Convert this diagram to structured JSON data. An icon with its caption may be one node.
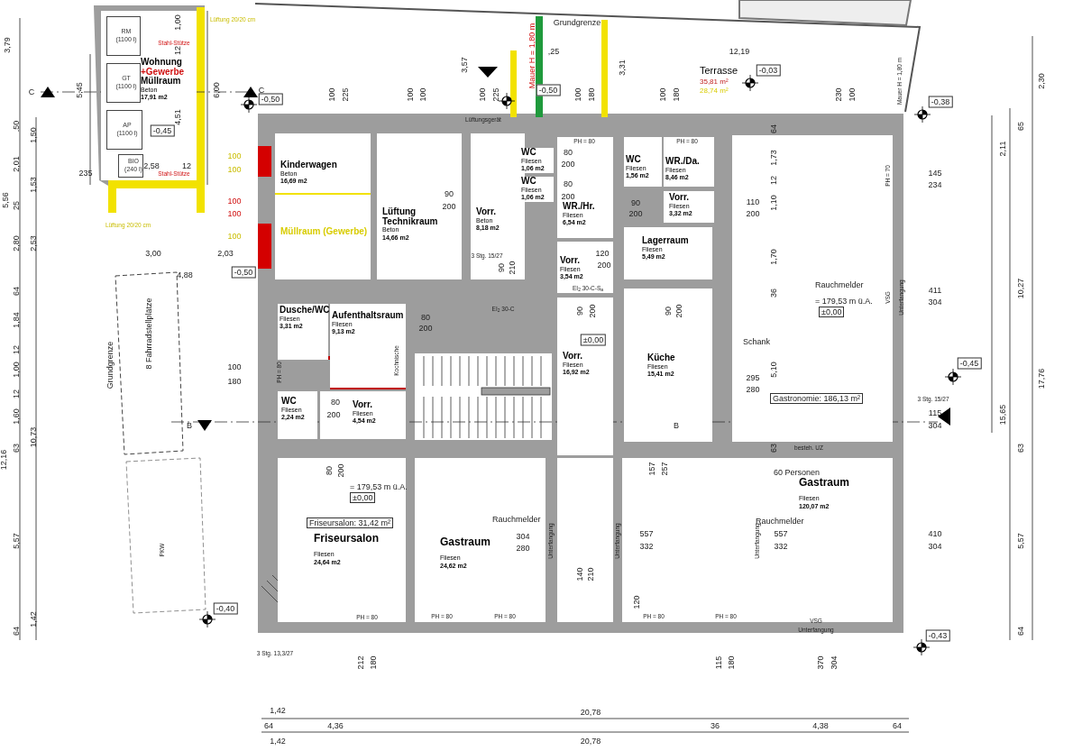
{
  "diagram": {
    "nodes": [
      {
        "text": [
          "Wohnung",
          "+Gewerbe",
          "Müllraum",
          "Beton",
          "17,91 m2"
        ]
      },
      {
        "text": [
          "RM",
          "(1100 l)"
        ],
        "in": 0
      },
      {
        "text": [
          "GT",
          "(1100 l)"
        ],
        "in": 0
      },
      {
        "text": [
          "AP",
          "(1100 l)"
        ],
        "in": 0
      },
      {
        "text": [
          "BIO",
          "(240 l)"
        ],
        "in": 0
      },
      {
        "text": [
          "Terrasse",
          "35,81 m²",
          "28,74 m²"
        ]
      },
      {
        "text": [
          "Kinderwagen",
          "Beton",
          "16,69 m2"
        ]
      },
      {
        "text": [
          "Müllraum (Gewerbe)"
        ]
      },
      {
        "text": [
          "Lüftung Technikraum",
          "Beton",
          "14,66 m2"
        ]
      },
      {
        "text": [
          "Vorr.",
          "Beton",
          "8,18 m2"
        ]
      },
      {
        "text": [
          "WC",
          "Fliesen",
          "1,06 m2"
        ]
      },
      {
        "text": [
          "WC",
          "Fliesen",
          "1,06 m2"
        ]
      },
      {
        "text": [
          "WR./Hr.",
          "Fliesen",
          "6,54 m2"
        ]
      },
      {
        "text": [
          "WC",
          "Fliesen",
          "1,56 m2"
        ]
      },
      {
        "text": [
          "WR./Da.",
          "Fliesen",
          "8,46 m2"
        ]
      },
      {
        "text": [
          "Vorr.",
          "Fliesen",
          "3,32 m2"
        ]
      },
      {
        "text": [
          "Lagerraum",
          "Fliesen",
          "5,49 m2"
        ]
      },
      {
        "text": [
          "Vorr.",
          "Fliesen",
          "3,54 m2"
        ]
      },
      {
        "text": [
          "Schank",
          "Rauchmelder",
          "= 179,53 m ü.A.",
          "±0,00",
          "Gastronomie: 186,13 m²"
        ]
      },
      {
        "text": [
          "Dusche/WC",
          "Fliesen",
          "3,31 m2"
        ]
      },
      {
        "text": [
          "Aufenthaltsraum",
          "Fliesen",
          "9,13 m2"
        ]
      },
      {
        "text": [
          "Vorr.",
          "Fliesen",
          "16,92 m2"
        ]
      },
      {
        "text": [
          "Küche",
          "Fliesen",
          "15,41 m2"
        ]
      },
      {
        "text": [
          "WC",
          "Fliesen",
          "2,24 m2"
        ]
      },
      {
        "text": [
          "Vorr.",
          "Fliesen",
          "4,54 m2"
        ]
      },
      {
        "text": [
          "= 179,53 m ü.A.",
          "±0,00",
          "Friseursalon: 31,42 m²",
          "Friseursalon",
          "Fliesen",
          "24,64 m2"
        ]
      },
      {
        "text": [
          "Rauchmelder",
          "Gastraum",
          "Fliesen",
          "24,62 m2"
        ]
      },
      {
        "text": [
          "60 Personen",
          "Gastraum",
          "Fliesen",
          "120,07 m2",
          "Rauchmelder"
        ]
      }
    ],
    "labels": [
      "C",
      "C",
      "-0,50",
      "-0,45",
      "3,79",
      "5,45",
      "6,00",
      "1,00",
      "12",
      "4,51",
      "2,58",
      "12",
      "235",
      "100",
      "100",
      "100",
      "100",
      "100",
      "3,00",
      "2,03",
      "4,88",
      "-0,50",
      ".50",
      "1,50",
      "2,01",
      "1,53",
      "5,56",
      "25",
      "2,80",
      "2,53",
      "100",
      "225",
      "100",
      "100",
      "100",
      "225",
      "100",
      "180",
      "100",
      "180",
      "230",
      "100",
      "3,57",
      "Grundgrenze",
      ",25",
      "Mauer H = 1,80 m",
      "-0,50",
      "3,31",
      "12,19",
      "-0,03",
      "Mauer H = 1,80 m",
      "-0,38",
      "2,30",
      "65",
      "2,11",
      "10,27",
      "17,76",
      "15,65",
      "63",
      "5,57",
      "64",
      "145",
      "234",
      "411",
      "304",
      "-0,45",
      "3 Stg. 15/27",
      "115",
      "304",
      "410",
      "304",
      "64",
      "1,73",
      "12",
      "1,10",
      "1,70",
      "36",
      "5,10",
      "110",
      "200",
      "295",
      "280",
      "PH = 70",
      "VSG",
      "Unterfangung",
      "63",
      "besteh. UZ",
      "80",
      "200",
      "80",
      "200",
      "PH = 80",
      "PH = 80",
      "90",
      "200",
      "90",
      "200",
      "120",
      "200",
      "3 Stg. 15/27",
      "90",
      "210",
      "EI$_{2}$ 30-C",
      "80",
      "200",
      "90",
      "200",
      "EI$_{2}$ 30-C-S$_{a}$",
      "90",
      "200",
      "±0,00",
      "157",
      "257",
      "304",
      "280",
      "Unterfangung",
      "557",
      "332",
      "Unterfangung",
      "557",
      "332",
      "Unterfangung",
      "140",
      "210",
      "120",
      "PH = 80",
      "PH = 80",
      "PH = 80",
      "PH = 80",
      "PH = 80",
      "VSG",
      "Unterfangung",
      "-0,43",
      "212",
      "180",
      "115",
      "180",
      "370",
      "304",
      "1,42",
      "64",
      "4,36",
      "36",
      "4,38",
      "64",
      "1,42",
      "20,78",
      "20,78",
      "100",
      "180",
      "PH = 80",
      "80",
      "200",
      "80",
      "200",
      "B",
      "B",
      "64",
      "1,84",
      "12",
      "1,00",
      "12",
      "1,60",
      "10,73",
      "63",
      "12,16",
      "5,57",
      "1,42",
      "64",
      "Grundgrenze",
      "8 Fahrradstellplätze",
      "PKW",
      "-0,40",
      "3 Stg. 13,3/27",
      "Kochnische",
      "Lüftungsgerät",
      "Lüftung 20/20 cm",
      "Lüftung 20/20 cm",
      "Stahl-Stütze",
      "Stahl-Stütze"
    ]
  }
}
